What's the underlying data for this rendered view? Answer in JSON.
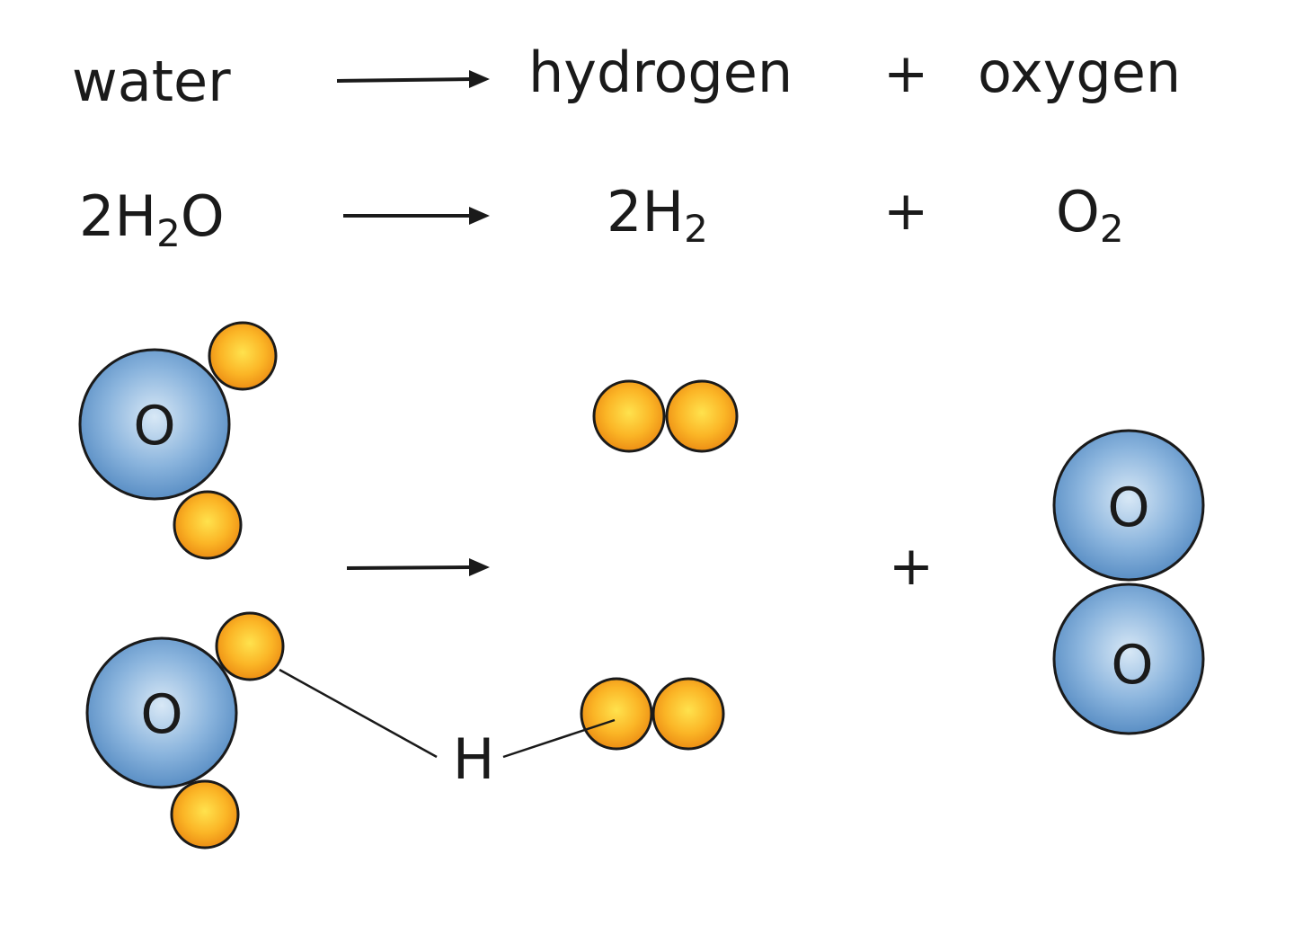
{
  "word_equation": {
    "reactant": "water",
    "product_1": "hydrogen",
    "plus": "+",
    "product_2": "oxygen"
  },
  "symbol_equation": {
    "reactant_coef": "2",
    "reactant_el1": "H",
    "reactant_sub1": "2",
    "reactant_el2": "O",
    "product_1_coef": "2",
    "product_1_el": "H",
    "product_1_sub": "2",
    "plus": "+",
    "product_2_el": "O",
    "product_2_sub": "2"
  },
  "model": {
    "oxygen_label": "O",
    "hydrogen_label": "H",
    "plus": "+"
  },
  "colors": {
    "oxygen_atom": "#6f9fcf",
    "hydrogen_atom": "#f4a21c",
    "outline": "#1a1a1a"
  }
}
